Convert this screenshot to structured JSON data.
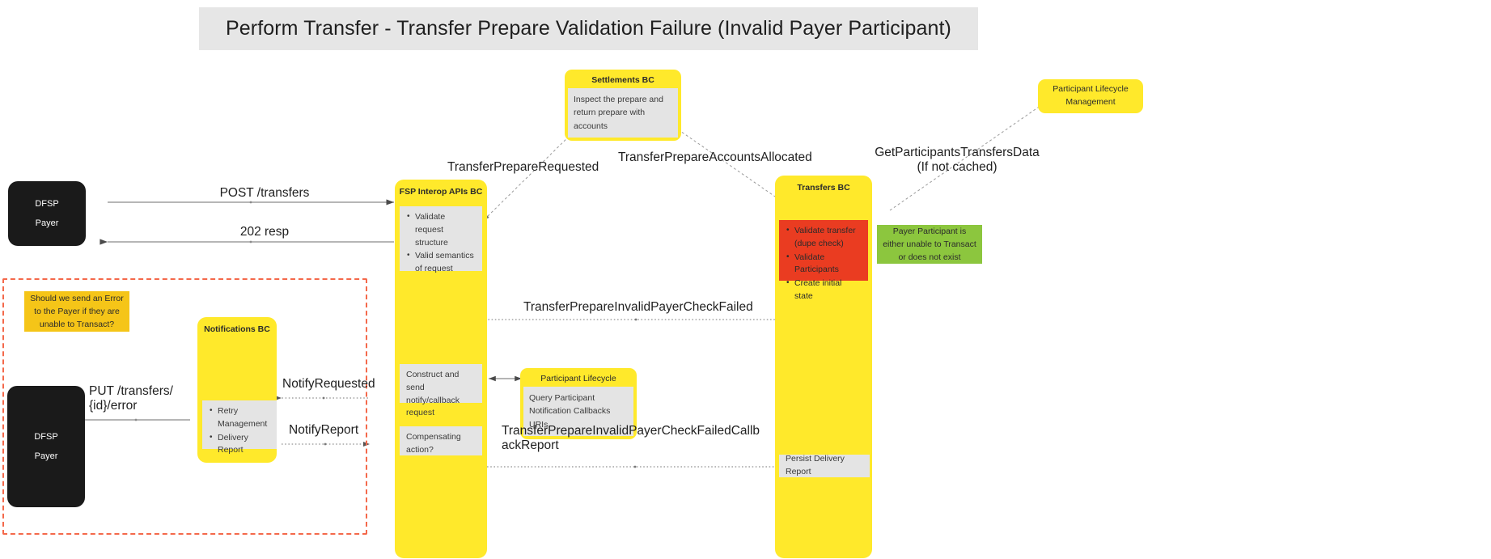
{
  "title": "Perform Transfer - Transfer Prepare Validation Failure (Invalid Payer Participant)",
  "actors": {
    "payer_top": {
      "line1": "DFSP",
      "line2": "Payer"
    },
    "payer_bottom": {
      "line1": "DFSP",
      "line2": "Payer"
    }
  },
  "lifelines": {
    "fsp_interop": {
      "title": "FSP Interop APIs BC",
      "validate_items": [
        "Validate request structure",
        "Valid semantics of request"
      ],
      "construct_note": "Construct and send notify/callback request",
      "compensating_note": "Compensating action?"
    },
    "transfers": {
      "title": "Transfers BC",
      "validate_items": [
        "Validate transfer (dupe check)",
        "Validate Participants",
        "Create initial state"
      ],
      "persist_note": "Persist Delivery Report"
    },
    "notifications": {
      "title": "Notifications BC",
      "items": [
        "Retry Management",
        "Delivery Report"
      ]
    }
  },
  "notes": {
    "settlements": {
      "title": "Settlements BC",
      "body": "Inspect the prepare and return prepare with accounts"
    },
    "participant_lifecycle_mgmt": {
      "text": "Participant Lifecycle Management"
    },
    "participant_lifecycle": {
      "title": "Participant Lifecycle",
      "body": "Query Participant Notification Callbacks URIs"
    },
    "payer_unable": {
      "text": "Payer Participant is either unable to Transact or does not exist"
    },
    "should_send_error": {
      "text": "Should we send an Error to the Payer if they are unable to Transact?"
    }
  },
  "messages": {
    "post_transfers": "POST /transfers",
    "resp_202": "202 resp",
    "transfer_prepare_requested": "TransferPrepareRequested",
    "transfer_prepare_accounts_allocated": "TransferPrepareAccountsAllocated",
    "get_participants_transfers_data": "GetParticipantsTransfersData\n(If not cached)",
    "transfer_prepare_invalid_payer_check_failed": "TransferPrepareInvalidPayerCheckFailed",
    "transfer_prepare_invalid_payer_check_failed_callback_report": "TransferPrepareInvalidPayerCheckFailedCallb\nackReport",
    "notify_requested": "NotifyRequested",
    "notify_report": "NotifyReport",
    "put_transfers_error": "PUT /transfers/\n{id}/error"
  },
  "colors": {
    "lifeline_yellow": "#ffe92b",
    "panel_gray": "#e4e4e4",
    "error_red": "#ea3c21",
    "success_green": "#8cc63e",
    "question_amber": "#f5c518",
    "actor_black": "#1a1a1a",
    "title_banner_gray": "#e6e6e6",
    "frame_red_dashed": "#f4694b"
  }
}
